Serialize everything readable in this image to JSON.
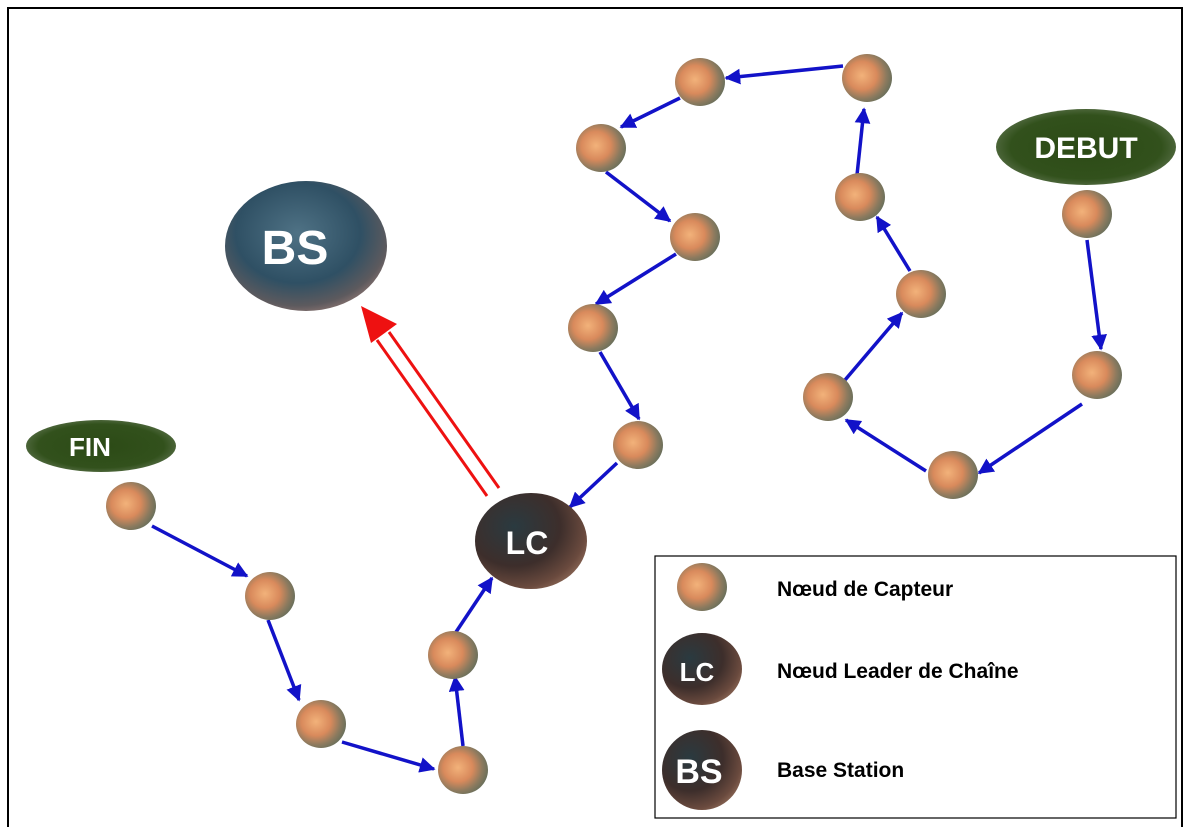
{
  "nodes": {
    "bs_label": "BS",
    "lc_label": "LC",
    "start_label": "DEBUT",
    "end_label": "FIN"
  },
  "legend": {
    "sensor_label": "Nœud de Capteur",
    "leader_icon_text": "LC",
    "leader_label": "Nœud Leader de Chaîne",
    "bs_icon_text": "BS",
    "bs_label": "Base Station"
  },
  "colors": {
    "chain_arrow": "#1212c8",
    "uplink_arrow": "#ee1111",
    "start_end_fill": "#2f4a1a",
    "bs_fill": "#2c4d63",
    "lc_fill": "#3b2e2a"
  }
}
